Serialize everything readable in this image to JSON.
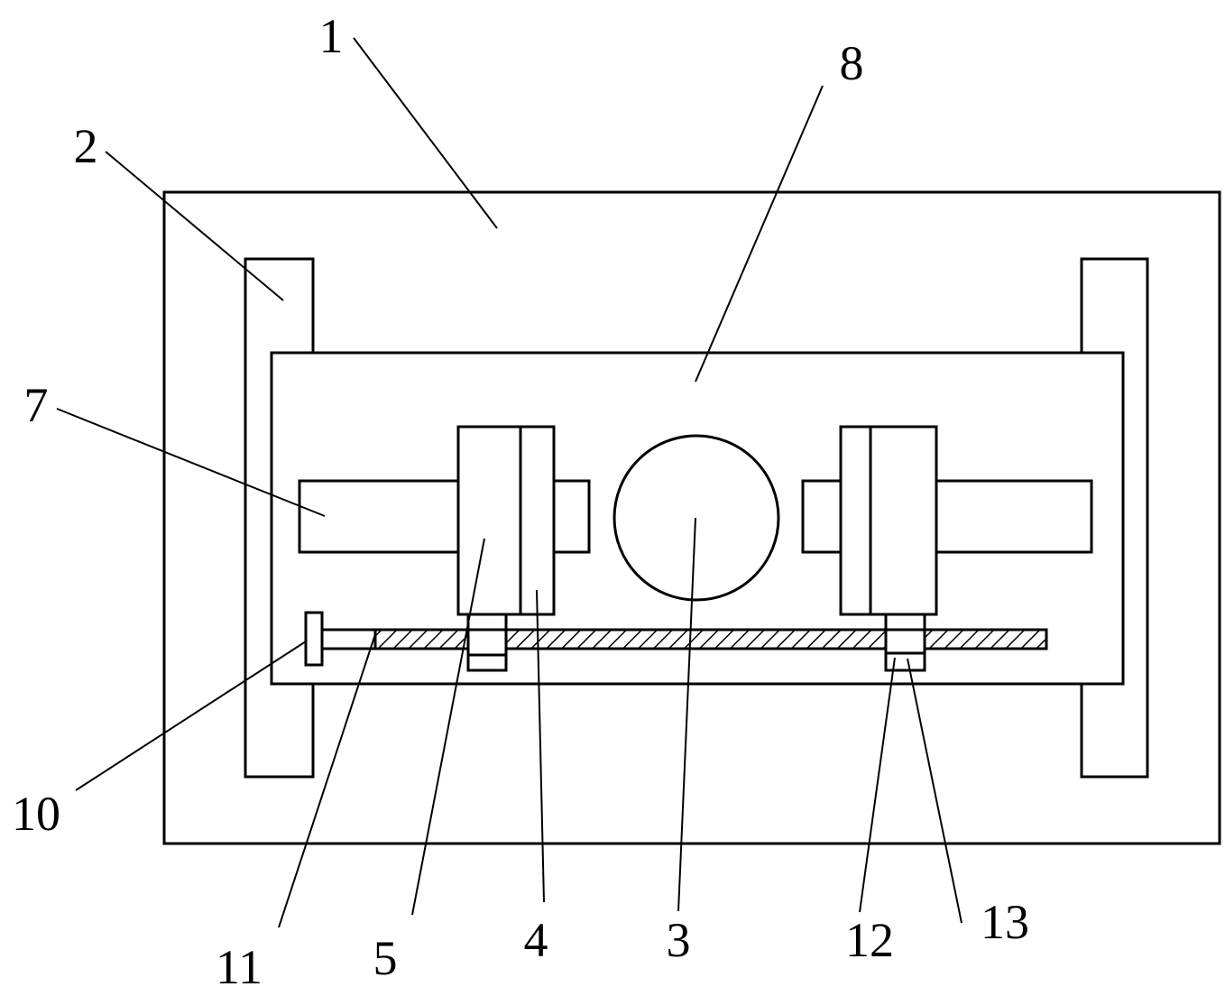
{
  "diagram": {
    "callouts": [
      {
        "id": "c1",
        "text": "1"
      },
      {
        "id": "c2",
        "text": "2"
      },
      {
        "id": "c3",
        "text": "3"
      },
      {
        "id": "c4",
        "text": "4"
      },
      {
        "id": "c5",
        "text": "5"
      },
      {
        "id": "c7",
        "text": "7"
      },
      {
        "id": "c8",
        "text": "8"
      },
      {
        "id": "c10",
        "text": "10"
      },
      {
        "id": "c11",
        "text": "11"
      },
      {
        "id": "c12",
        "text": "12"
      },
      {
        "id": "c13",
        "text": "13"
      }
    ]
  }
}
